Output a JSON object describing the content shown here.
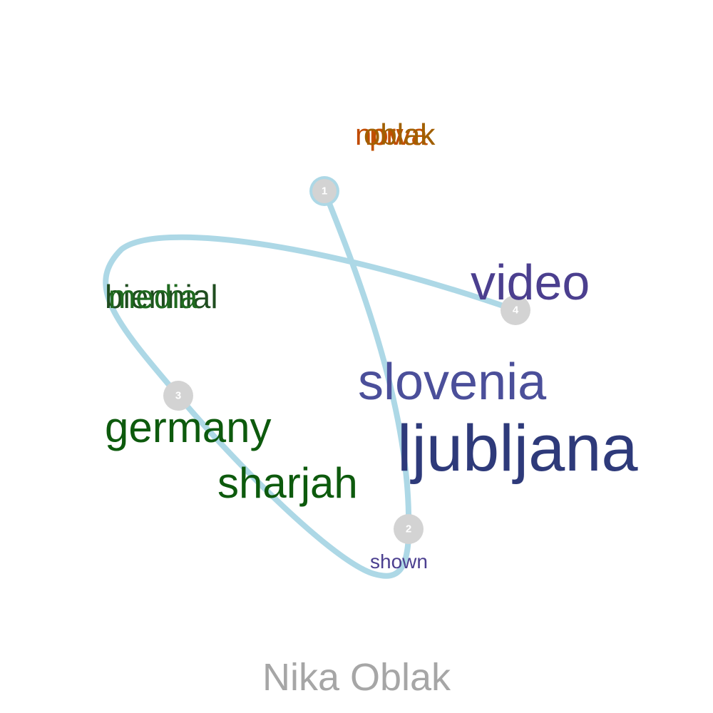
{
  "caption": {
    "text": "Nika Oblak",
    "color": "#a6a6a6"
  },
  "path_color": "#add8e6",
  "node_color": "#d3d3d3",
  "nodes": [
    {
      "id": "1",
      "label": "1"
    },
    {
      "id": "2",
      "label": "2"
    },
    {
      "id": "3",
      "label": "3"
    },
    {
      "id": "4",
      "label": "4"
    }
  ],
  "words": [
    {
      "text": "novak",
      "color": "#c04a00"
    },
    {
      "text": "prva",
      "color": "#c05000"
    },
    {
      "text": "oblak",
      "color": "#a06000"
    },
    {
      "text": "video",
      "color": "#4b3f8f"
    },
    {
      "text": "biennial",
      "color": "#1f4d1f"
    },
    {
      "text": "media",
      "color": "#1f6a1f"
    },
    {
      "text": "slovenia",
      "color": "#4b4f9a"
    },
    {
      "text": "ljubljana",
      "color": "#2e3a7a"
    },
    {
      "text": "germany",
      "color": "#0d5a0d"
    },
    {
      "text": "sharjah",
      "color": "#0d5a0d"
    },
    {
      "text": "shown",
      "color": "#4b3f8f"
    }
  ]
}
